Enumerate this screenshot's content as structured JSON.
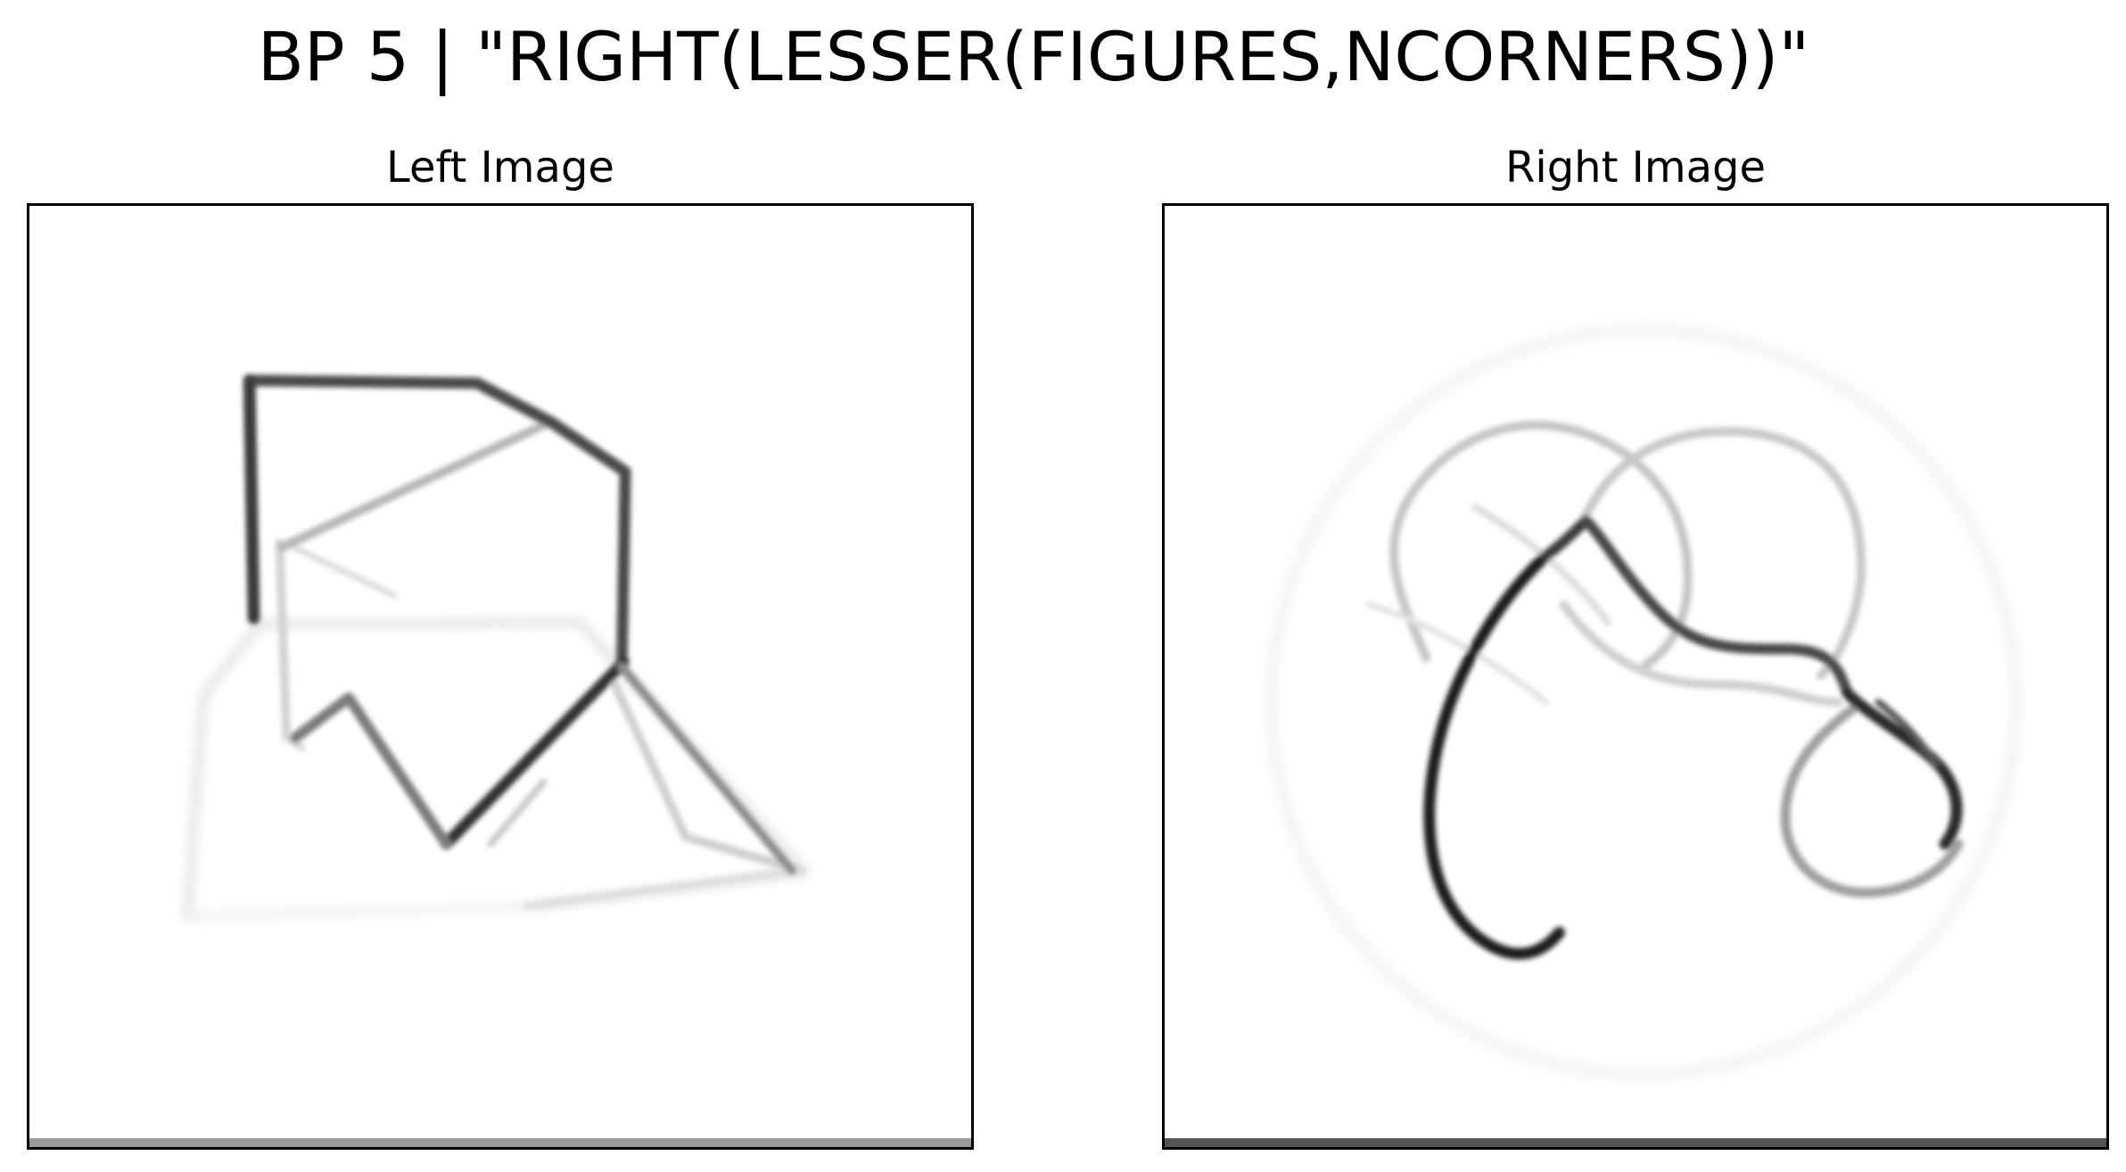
{
  "figure": {
    "title": "BP 5 | \"RIGHT(LESSER(FIGURES,NCORNERS))\""
  },
  "panels": [
    {
      "title": "Left Image"
    },
    {
      "title": "Right Image"
    }
  ]
}
